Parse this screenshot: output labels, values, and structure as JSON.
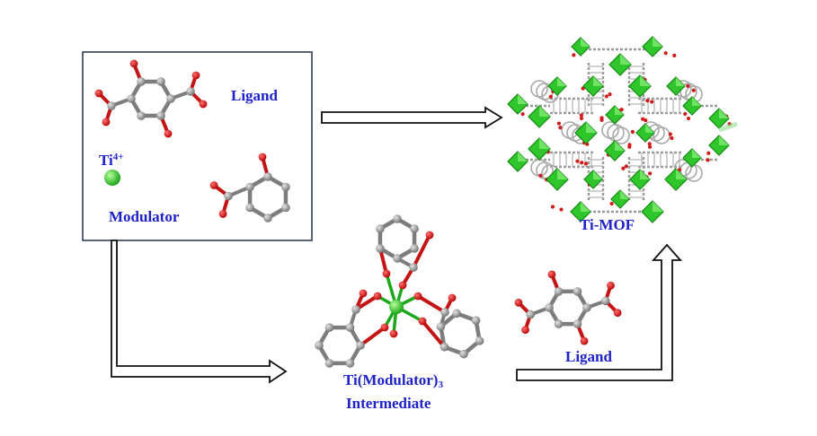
{
  "labels": {
    "ligand_top": "Ligand",
    "ti_ion": "Ti",
    "ti_charge": "4+",
    "modulator": "Modulator",
    "ti_mof": "Ti-MOF",
    "intermediate_main": "Ti(Modulator)",
    "intermediate_sub": "3",
    "intermediate_word": "Intermediate",
    "ligand_bottom": "Ligand"
  },
  "colors": {
    "label_text": "#1e22c8",
    "carbon": "#8a8a8a",
    "oxygen": "#d81818",
    "titanium": "#22c41e",
    "box_border": "#2f3f55",
    "arrow": "#111111"
  },
  "icons": {
    "ligand": "terephthalic-acid-molecule",
    "modulator": "salicylic-acid-molecule",
    "intermediate": "ti-modulator-complex",
    "mof": "ti-mof-framework"
  }
}
